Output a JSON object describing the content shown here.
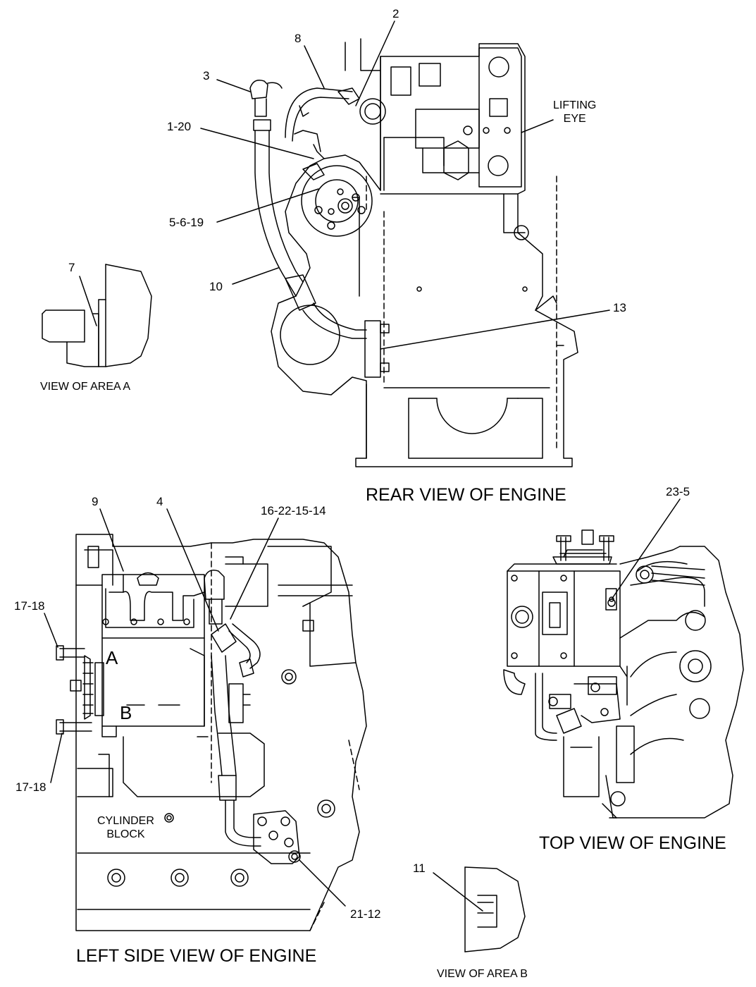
{
  "views": {
    "rear": "REAR VIEW OF ENGINE",
    "left_side": "LEFT SIDE VIEW OF ENGINE",
    "top": "TOP VIEW OF ENGINE",
    "area_a": "VIEW OF AREA  A",
    "area_b": "VIEW OF AREA B"
  },
  "callouts": {
    "c2": "2",
    "c8": "8",
    "c3": "3",
    "c1_20": "1-20",
    "c5_6_19": "5-6-19",
    "c10": "10",
    "c13": "13",
    "c7": "7",
    "c9": "9",
    "c4": "4",
    "c16_22_15_14": "16-22-15-14",
    "c23_5": "23-5",
    "c17_18_top": "17-18",
    "c17_18_bottom": "17-18",
    "c21_12": "21-12",
    "c11": "11"
  },
  "annotations": {
    "lifting_eye": [
      "LIFTING",
      "EYE"
    ],
    "cylinder_block": [
      "CYLINDER",
      "BLOCK"
    ],
    "area_a_marker": "A",
    "area_b_marker": "B"
  }
}
